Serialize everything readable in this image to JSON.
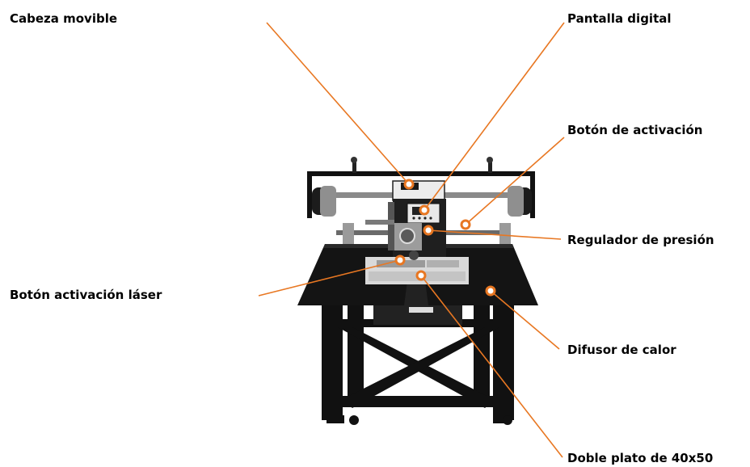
{
  "diagram": {
    "leader_color": "#e87722",
    "ink": "#000000",
    "labels": [
      {
        "key": "cabeza-movible",
        "text": "Cabeza movible"
      },
      {
        "key": "pantalla-digital",
        "text": "Pantalla digital"
      },
      {
        "key": "boton-activacion",
        "text": "Botón de activación"
      },
      {
        "key": "regulador-presion",
        "text": "Regulador de presión"
      },
      {
        "key": "boton-activacion-laser",
        "text": "Botón activación láser"
      },
      {
        "key": "difusor-calor",
        "text": "Difusor de calor"
      },
      {
        "key": "doble-plato",
        "text": "Doble plato de 40x50"
      }
    ]
  }
}
